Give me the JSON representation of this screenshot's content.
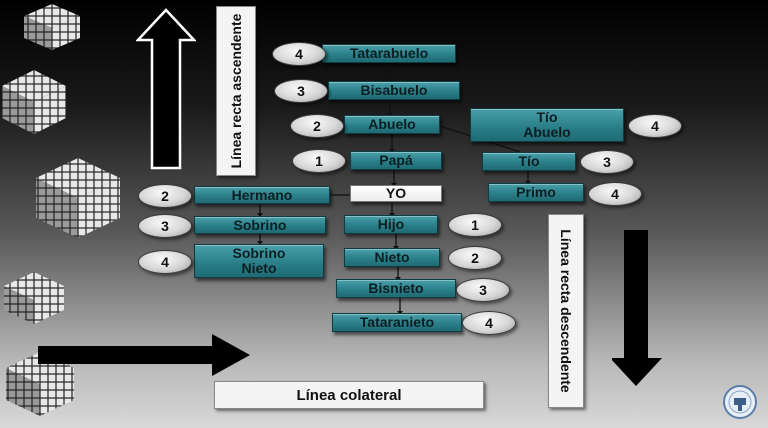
{
  "labels": {
    "ascending": "Línea recta ascendente",
    "descending": "Línea recta descendente",
    "collateral": "Línea colateral"
  },
  "boxes": {
    "tatarabuelo": "Tatarabuelo",
    "bisabuelo": "Bisabuelo",
    "abuelo": "Abuelo",
    "papa": "Papá",
    "yo": "YO",
    "hijo": "Hijo",
    "nieto": "Nieto",
    "bisnieto": "Bisnieto",
    "tataranieto": "Tataranieto",
    "tio_abuelo_1": "Tío",
    "tio_abuelo_2": "Abuelo",
    "tio": "Tío",
    "primo": "Primo",
    "hermano": "Hermano",
    "sobrino": "Sobrino",
    "sobrino_nieto_1": "Sobrino",
    "sobrino_nieto_2": "Nieto"
  },
  "degrees": {
    "tatarabuelo": "4",
    "bisabuelo": "3",
    "abuelo": "2",
    "papa": "1",
    "hijo": "1",
    "nieto": "2",
    "bisnieto": "3",
    "tataranieto": "4",
    "tio_abuelo": "4",
    "tio": "3",
    "primo": "4",
    "hermano": "2",
    "sobrino": "3",
    "sobrino_nieto": "4"
  },
  "colors": {
    "box": "#2a7f89",
    "box_text": "#0b1f22",
    "label_bg": "#f4f4f4"
  }
}
